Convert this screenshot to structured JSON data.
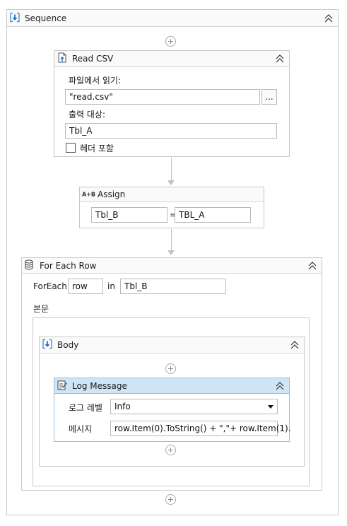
{
  "sequence": {
    "title": "Sequence"
  },
  "read_csv": {
    "title": "Read CSV",
    "file_label": "파일에서 읽기:",
    "file_value": "\"read.csv\"",
    "browse_label": "...",
    "output_label": "출력 대상:",
    "output_value": "Tbl_A",
    "header_checkbox_label": "헤더 포함",
    "header_checked": false
  },
  "assign": {
    "title": "Assign",
    "icon_text": "A+B",
    "to": "Tbl_B",
    "equals": "=",
    "value": "TBL_A"
  },
  "for_each": {
    "title": "For Each Row",
    "foreach_label": "ForEach",
    "item": "row",
    "in_label": "in",
    "collection": "Tbl_B",
    "body_label": "본문"
  },
  "body": {
    "title": "Body"
  },
  "log_message": {
    "title": "Log Message",
    "level_label": "로그 레벨",
    "level_value": "Info",
    "message_label": "메시지",
    "message_value": "row.Item(0).ToString() + \",\"+ row.Item(1)."
  },
  "colors": {
    "header_bg": "#fafafa",
    "border": "#c9c9c9",
    "log_header_bg": "#cfe5f5",
    "log_border": "#8fc0e4",
    "icon_blue": "#1f6fd1"
  }
}
